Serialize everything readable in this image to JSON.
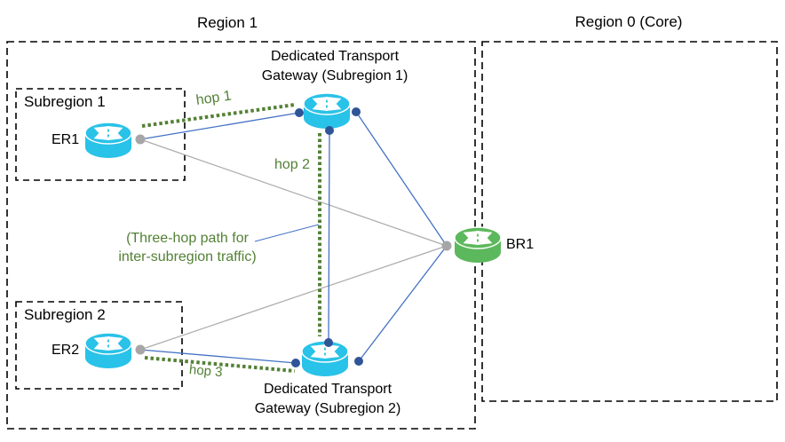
{
  "diagram": {
    "regions": {
      "region1": {
        "title": "Region 1"
      },
      "region0": {
        "title": "Region 0 (Core)"
      }
    },
    "subregions": {
      "subregion1": {
        "title": "Subregion 1"
      },
      "subregion2": {
        "title": "Subregion 2"
      }
    },
    "nodes": {
      "er1": {
        "label": "ER1",
        "type": "edge-router"
      },
      "er2": {
        "label": "ER2",
        "type": "edge-router"
      },
      "br1": {
        "label": "BR1",
        "type": "border-router"
      },
      "dtg1": {
        "label_line1": "Dedicated Transport",
        "label_line2": "Gateway (Subregion 1)",
        "type": "transport-gateway"
      },
      "dtg2": {
        "label_line1": "Dedicated Transport",
        "label_line2": "Gateway (Subregion 2)",
        "type": "transport-gateway"
      }
    },
    "hops": {
      "hop1": "hop 1",
      "hop2": "hop 2",
      "hop3": "hop 3"
    },
    "annotation": {
      "line1": "(Three-hop path for",
      "line2": "inter-subregion traffic)"
    },
    "edges": [
      {
        "from": "ER1",
        "to": "DTG1",
        "style": "blue-solid"
      },
      {
        "from": "ER1",
        "to": "BR1",
        "style": "gray-solid"
      },
      {
        "from": "ER2",
        "to": "DTG2",
        "style": "blue-solid"
      },
      {
        "from": "ER2",
        "to": "BR1",
        "style": "gray-solid"
      },
      {
        "from": "DTG1",
        "to": "DTG2",
        "style": "blue-solid"
      },
      {
        "from": "DTG1",
        "to": "BR1",
        "style": "blue-solid"
      },
      {
        "from": "DTG2",
        "to": "BR1",
        "style": "blue-solid"
      },
      {
        "from": "ER1",
        "to": "DTG1",
        "style": "green-dotted",
        "label": "hop 1"
      },
      {
        "from": "DTG1",
        "to": "DTG2",
        "style": "green-dotted",
        "label": "hop 2"
      },
      {
        "from": "DTG2",
        "to": "ER2",
        "style": "green-dotted",
        "label": "hop 3"
      }
    ],
    "colors": {
      "router_cyan": "#29C2E8",
      "core_router_green": "#5CB85C",
      "connector_blue": "#4472C4",
      "connector_gray": "#ABABAB",
      "endpoint_dot_navy": "#2F5597",
      "endpoint_dot_gray": "#A6A6A6",
      "hop_path_green": "#538135",
      "border_black": "#000000"
    }
  }
}
